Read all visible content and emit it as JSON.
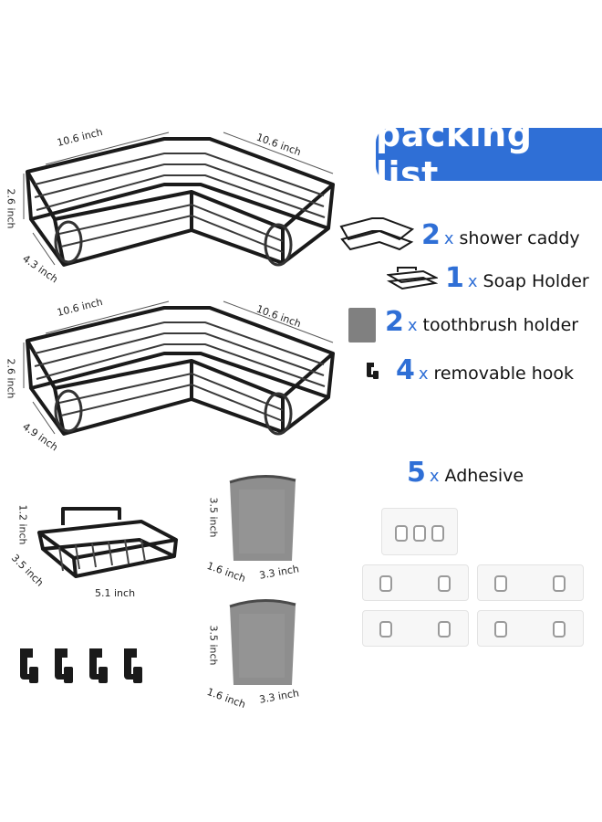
{
  "packing_list": {
    "title": "packing list",
    "items": [
      {
        "qty": "2",
        "x": "x",
        "name": "shower caddy"
      },
      {
        "qty": "1",
        "x": "x",
        "name": "Soap Holder"
      },
      {
        "qty": "2",
        "x": "x",
        "name": "toothbrush holder"
      },
      {
        "qty": "4",
        "x": "x",
        "name": "removable hook"
      }
    ],
    "adhesive": {
      "qty": "5",
      "x": "x",
      "name": "Adhesive"
    }
  },
  "dimensions": {
    "caddy1": {
      "left": "10.6 inch",
      "right": "10.6 inch",
      "height": "2.6 inch",
      "depth": "4.3 inch"
    },
    "caddy2": {
      "left": "10.6 inch",
      "right": "10.6 inch",
      "height": "2.6 inch",
      "depth": "4.9 inch"
    },
    "soap": {
      "height": "1.2 inch",
      "depth": "3.5 inch",
      "width": "5.1 inch"
    },
    "cup1": {
      "height": "3.5 inch",
      "depth": "1.6 inch",
      "width": "3.3 inch"
    },
    "cup2": {
      "height": "3.5 inch",
      "depth": "1.6 inch",
      "width": "3.3 inch"
    }
  }
}
